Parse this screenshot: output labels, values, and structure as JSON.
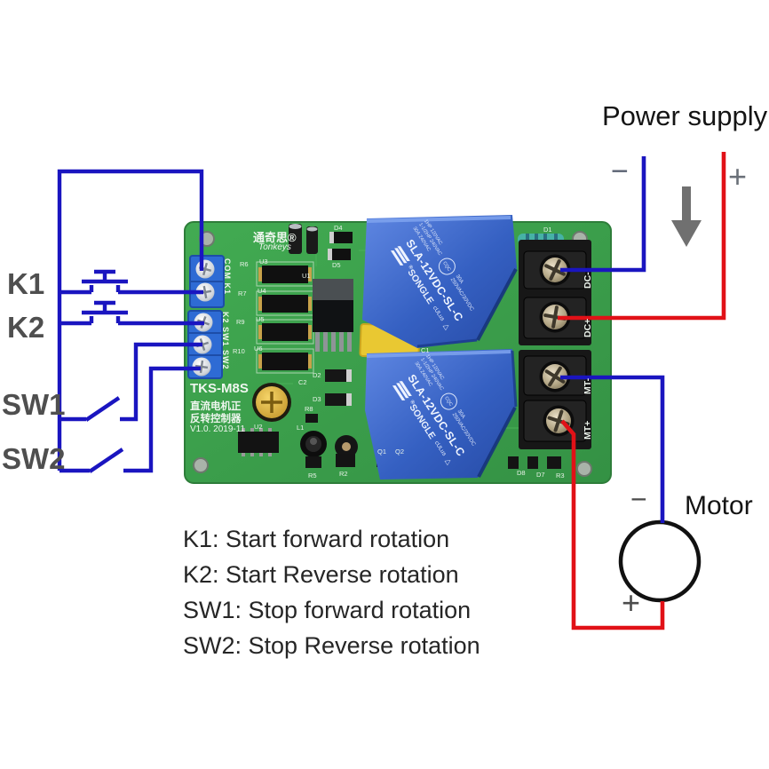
{
  "annotations": {
    "power_supply": "Power supply",
    "motor": "Motor",
    "minus": "−",
    "plus": "+",
    "k1": "K1",
    "k2": "K2",
    "sw1": "SW1",
    "sw2": "SW2",
    "legend": [
      "K1: Start forward rotation",
      "K2: Start Reverse rotation",
      "SW1: Stop forward rotation",
      "SW2: Stop Reverse rotation"
    ]
  },
  "board": {
    "brand_cn": "通奇思®",
    "brand_en": "Tonkeys",
    "model": "TKS-M8S",
    "desc1": "直流电机正",
    "desc2": "反转控制器",
    "version": "V1.0. 2019-11",
    "left_group1": "COM K1",
    "left_group2": "K2 SW1 SW2",
    "right_terminals": [
      "DC-",
      "DC+",
      "MT-",
      "MT+"
    ],
    "refs": {
      "r6": "R6",
      "u3": "U3",
      "r7": "R7",
      "u4": "U4",
      "r9": "R9",
      "u5": "U5",
      "r10": "R10",
      "u6": "U6",
      "d4": "D4",
      "d5": "D5",
      "d1": "D1",
      "u1": "U1",
      "c1": "C1",
      "c2": "C2",
      "d2": "D2",
      "d3": "D3",
      "r8": "R8",
      "l1": "L1",
      "u2": "U2",
      "r5": "R5",
      "r2": "R2",
      "q1": "Q1",
      "q2": "Q2",
      "d8": "D8",
      "d7": "D7",
      "r3": "R3"
    }
  },
  "relay": {
    "model": "SLA-12VDC-SL-C",
    "rating": "30A 250VAC/30VDC",
    "hp1": "1HP 120VAC",
    "hp2": "1-1/2HP 240VAC",
    "hp3": "30A 240VAC",
    "reg": "®",
    "brand": "SONGLE",
    "cert": "CQC",
    "ul": "cULus",
    "tri": "△"
  },
  "colors": {
    "wire_blue": "#1a15c0",
    "wire_red": "#e11117",
    "board_green": "#3aa04a",
    "relay_blue": "#3560c2",
    "cap_yellow": "#e9c832"
  }
}
